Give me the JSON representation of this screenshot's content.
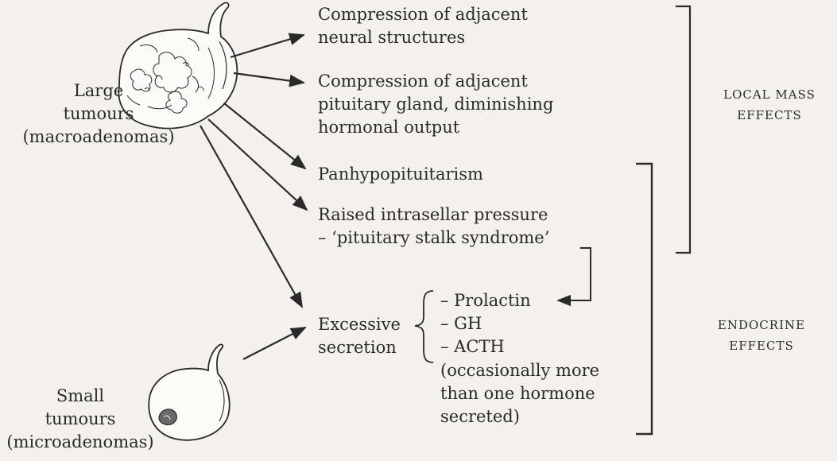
{
  "tumours": {
    "large": [
      "Large",
      "tumours",
      "(macroadenomas)"
    ],
    "small": [
      "Small",
      "tumours",
      "(microadenomas)"
    ]
  },
  "effects": {
    "compression_neural": [
      "Compression of adjacent",
      "neural structures"
    ],
    "compression_pituitary": [
      "Compression of adjacent",
      "pituitary gland, diminishing",
      "hormonal output"
    ],
    "panhypopituitarism": "Panhypopituitarism",
    "raised_pressure": [
      "Raised intrasellar pressure",
      "– ‘pituitary stalk syndrome’"
    ],
    "excessive_secretion": [
      "Excessive",
      "secretion"
    ],
    "hormones": [
      "– Prolactin",
      "– GH",
      "– ACTH"
    ],
    "note": [
      "(occasionally more",
      "than one hormone",
      "secreted)"
    ]
  },
  "groups": {
    "local_mass": [
      "LOCAL MASS",
      "EFFECTS"
    ],
    "endocrine": [
      "ENDOCRINE",
      "EFFECTS"
    ]
  },
  "colors": {
    "ink": "#2a2a2a",
    "paper": "#f4f1ec"
  }
}
